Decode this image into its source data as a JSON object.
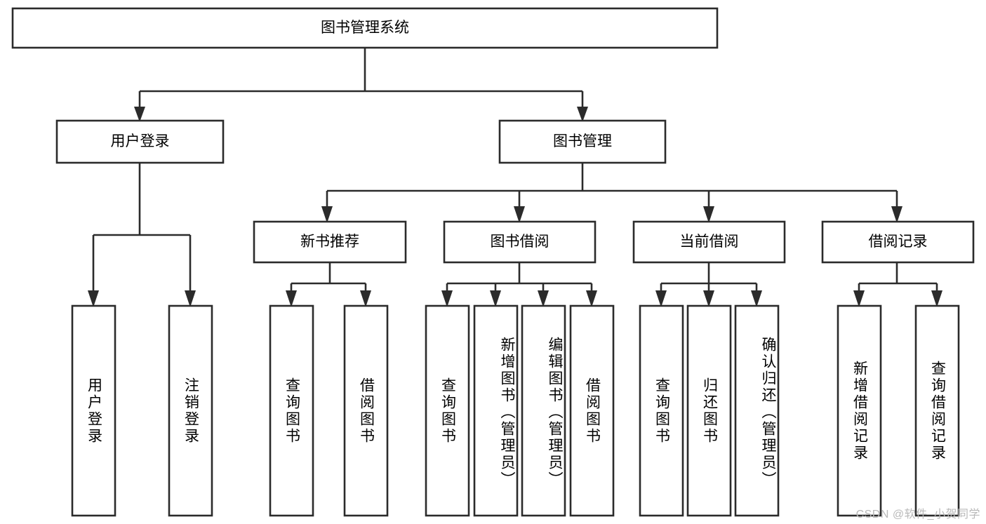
{
  "diagram": {
    "type": "tree",
    "title": "图书管理系统",
    "watermark": "CSDN @软件_小贺同学",
    "colors": {
      "box_stroke": "#2b2b2b",
      "box_fill": "#ffffff",
      "text": "#000000",
      "background": "#ffffff",
      "watermark": "#b9b9b9"
    },
    "levels": {
      "root": "图书管理系统",
      "level2": [
        "用户登录",
        "图书管理"
      ],
      "level3": [
        "新书推荐",
        "图书借阅",
        "当前借阅",
        "借阅记录"
      ]
    },
    "nodes": {
      "root": {
        "label": "图书管理系统"
      },
      "user_login": {
        "label": "用户登录"
      },
      "book_manage": {
        "label": "图书管理"
      },
      "new_book_rec": {
        "label": "新书推荐"
      },
      "book_borrow": {
        "label": "图书借阅"
      },
      "current_borrow": {
        "label": "当前借阅"
      },
      "borrow_record": {
        "label": "借阅记录"
      }
    },
    "leaves": {
      "user_login": [
        {
          "label": "用户登录"
        },
        {
          "label": "注销登录"
        }
      ],
      "new_book_rec": [
        {
          "label": "查询图书"
        },
        {
          "label": "借阅图书"
        }
      ],
      "book_borrow": [
        {
          "label": "查询图书"
        },
        {
          "label": "新增图书（管理员）"
        },
        {
          "label": "编辑图书（管理员）"
        },
        {
          "label": "借阅图书"
        }
      ],
      "current_borrow": [
        {
          "label": "查询图书"
        },
        {
          "label": "归还图书"
        },
        {
          "label": "确认归还（管理员）"
        }
      ],
      "borrow_record": [
        {
          "label": "新增借阅记录"
        },
        {
          "label": "查询借阅记录"
        }
      ]
    }
  }
}
